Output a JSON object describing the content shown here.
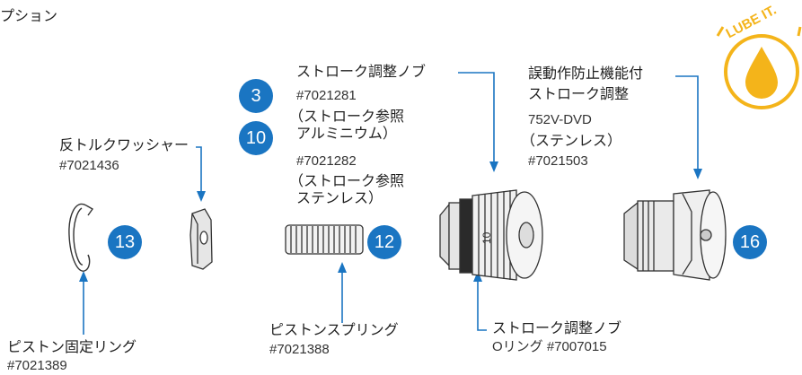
{
  "header": {
    "title": "プション"
  },
  "logo": {
    "text": "LUBE IT.",
    "color": "#f4b41a"
  },
  "colors": {
    "badge": "#1a75c2",
    "leader": "#1a75c2"
  },
  "parts": {
    "stroke_knob": {
      "label": "ストローク調整ノブ"
    },
    "stroke_al": {
      "part_no": "#7021281",
      "desc_1": "（ストローク参照",
      "desc_2": "アルミニウム）"
    },
    "stroke_ss": {
      "part_no": "#7021282",
      "desc_1": "（ストローク参照",
      "desc_2": "ステンレス）"
    },
    "anti_misfire": {
      "label_1": "誤動作防止機能付",
      "label_2": "ストローク調整",
      "model": "752V-DVD",
      "desc": "（ステンレス）",
      "part_no": "#7021503"
    },
    "anti_torque_washer": {
      "label": "反トルクワッシャー",
      "part_no": "#7021436"
    },
    "piston_ring": {
      "label": "ピストン固定リング",
      "part_no": "#7021389"
    },
    "piston_spring": {
      "label": "ピストンスプリング",
      "part_no": "#7021388"
    },
    "knob_oring": {
      "label": "ストローク調整ノブ",
      "desc": "Oリング #7007015"
    }
  },
  "badges": {
    "b3": "3",
    "b10": "10",
    "b13": "13",
    "b12": "12",
    "b16": "16"
  },
  "knob_mark": "10"
}
